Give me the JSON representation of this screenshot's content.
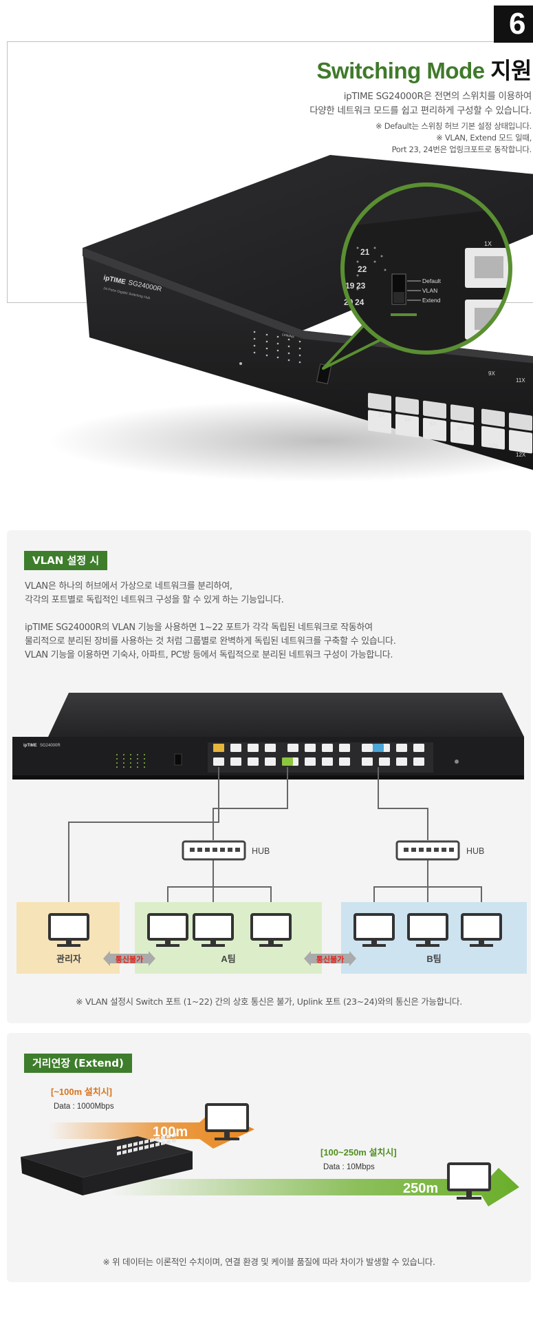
{
  "section_number": "6",
  "hero": {
    "title_en": "Switching Mode",
    "title_kr": "지원",
    "desc_line1": "ipTIME SG24000R은 전면의 스위치를 이용하여",
    "desc_line2": "다양한 네트워크 모드를 쉽고 편리하게 구성할 수 있습니다.",
    "note_line1": "※ Default는 스위칭 허브 기본 설정 상태입니다.",
    "note_line2": "※ VLAN, Extend 모드 일때,",
    "note_line3": "Port 23, 24번은 업링크포트로 동작합니다.",
    "device_logo": "ipTIME",
    "device_model": "SG24000R",
    "device_sub": "24-Ports Gigabit Switching Hub",
    "led_header": "Link/Act",
    "zoom_ports": [
      "21",
      "22",
      "23",
      "24"
    ],
    "zoom_left_ports": [
      "19",
      "20"
    ],
    "mode_options": [
      "Default",
      "VLAN",
      "Extend"
    ],
    "zoom_port_label": "1X",
    "port_labels": [
      "2X",
      "4X",
      "6X",
      "8X",
      "9X",
      "10X",
      "11X",
      "12X"
    ]
  },
  "vlan": {
    "tag": "VLAN 설정 시",
    "para1_line1": "VLAN은 하나의 허브에서 가상으로 네트워크를 분리하여,",
    "para1_line2": "각각의 포트별로 독립적인 네트워크 구성을 할 수 있게 하는 기능입니다.",
    "para2_line1": "ipTIME SG24000R의 VLAN 기능을 사용하면 1~22 포트가 각각 독립된 네트워크로 작동하여",
    "para2_line2": "물리적으로 분리된 장비를 사용하는 것 처럼 그룹별로 완벽하게 독립된 네트워크를 구축할 수 있습니다.",
    "para2_line3": "VLAN 기능을 이용하면 기숙사, 아파트, PC방 등에서 독립적으로 분리된 네트워크 구성이 가능합니다.",
    "hub_label": "HUB",
    "group_admin": "관리자",
    "group_a": "A팀",
    "group_b": "B팀",
    "blocked_label": "통신불가",
    "footnote": "※ VLAN 설정시 Switch 포트 (1~22) 간의 상호 통신은 불가, Uplink 포트 (23~24)와의 통신은 가능합니다.",
    "colors": {
      "admin_bg": "#f7e3b8",
      "a_bg": "#dceec9",
      "b_bg": "#cde3f0",
      "blocked_text": "#e2231a",
      "port_yellow": "#e6b53a",
      "port_green": "#8cc63f",
      "port_blue": "#4aa6d6"
    }
  },
  "extend": {
    "tag": "거리연장 (Extend)",
    "range1_title": "[~100m 설치시]",
    "range1_data": "Data : 1000Mbps",
    "range1_distance": "100m",
    "range2_title": "[100~250m 설치시]",
    "range2_data": "Data : 10Mbps",
    "range2_distance": "250m",
    "footnote": "※ 위 데이터는 이론적인 수치이며, 연결 환경 및 케이블 품질에 따라 차이가 발생할 수 있습니다.",
    "colors": {
      "orange": "#e8871e",
      "orange_title": "#d8731a",
      "green": "#6aae2a",
      "green_title": "#4f8f1e"
    }
  }
}
